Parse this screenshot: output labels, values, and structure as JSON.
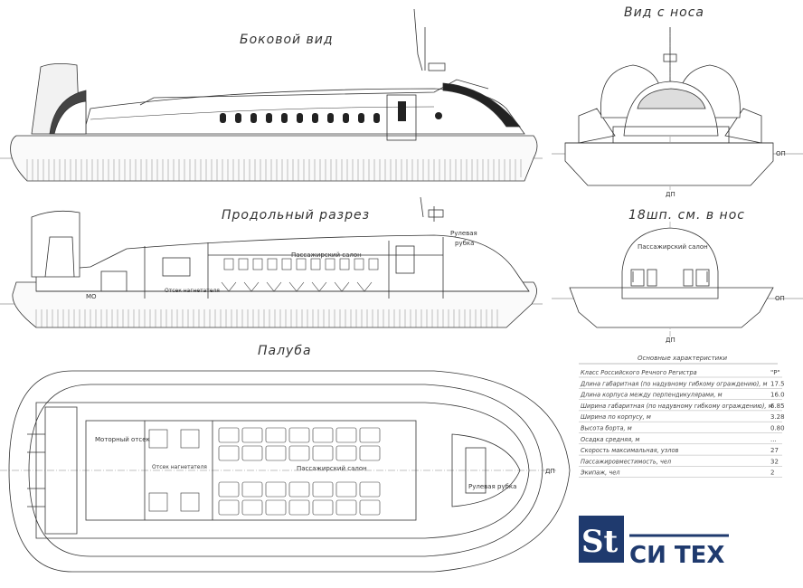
{
  "titles": {
    "side_view": "Боковой вид",
    "front_view": "Вид с носа",
    "section": "Продольный разрез",
    "section_frame": "18шп. см. в нос",
    "deck": "Палуба"
  },
  "labels": {
    "op": "ОП",
    "dp": "ДП",
    "mo": "МО",
    "passenger_salon": "Пассажирский салон",
    "wheelhouse": "Рулевая рубка",
    "wheelhouse_section_1": "Рулевая",
    "wheelhouse_section_2": "рубка",
    "engine_room": "Моторный отсек",
    "gear_room": "Отсек нагнетателя"
  },
  "specs": {
    "heading": "Основные характеристики",
    "rows": [
      {
        "name": "Класс Российского Речного Регистра",
        "value": "\"Р\""
      },
      {
        "name": "Длина габаритная (по надувному гибкому ограждению), м",
        "value": "17.5"
      },
      {
        "name": "Длина корпуса между перпендикулярами, м",
        "value": "16.0"
      },
      {
        "name": "Ширина габаритная (по надувному гибкому ограждению), м",
        "value": "6.85"
      },
      {
        "name": "Ширина по корпусу, м",
        "value": "3.28"
      },
      {
        "name": "Высота борта, м",
        "value": "0.80"
      },
      {
        "name": "Осадка средняя, м",
        "value": "..."
      },
      {
        "name": "Скорость максимальная, узлов",
        "value": "27"
      },
      {
        "name": "Пассажировместимость, чел",
        "value": "32"
      },
      {
        "name": "Экипаж, чел",
        "value": "2"
      }
    ]
  },
  "logo": {
    "mark": "St",
    "text": "СИ ТЕХ",
    "color": "#1f3a6e"
  },
  "colors": {
    "line": "#333333",
    "hatch": "#555555"
  }
}
